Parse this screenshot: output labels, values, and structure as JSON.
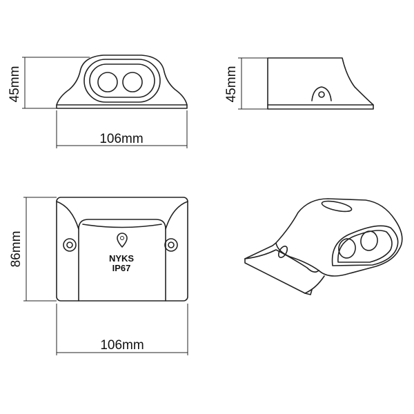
{
  "dimensions": {
    "front_height": "45mm",
    "front_width": "106mm",
    "side_height": "45mm",
    "top_height": "86mm",
    "top_width": "106mm"
  },
  "label": {
    "brand": "NYKS",
    "rating": "IP67"
  },
  "icons": [
    "location-pin-icon"
  ],
  "colors": {
    "line": "#222222",
    "background": "#ffffff"
  }
}
